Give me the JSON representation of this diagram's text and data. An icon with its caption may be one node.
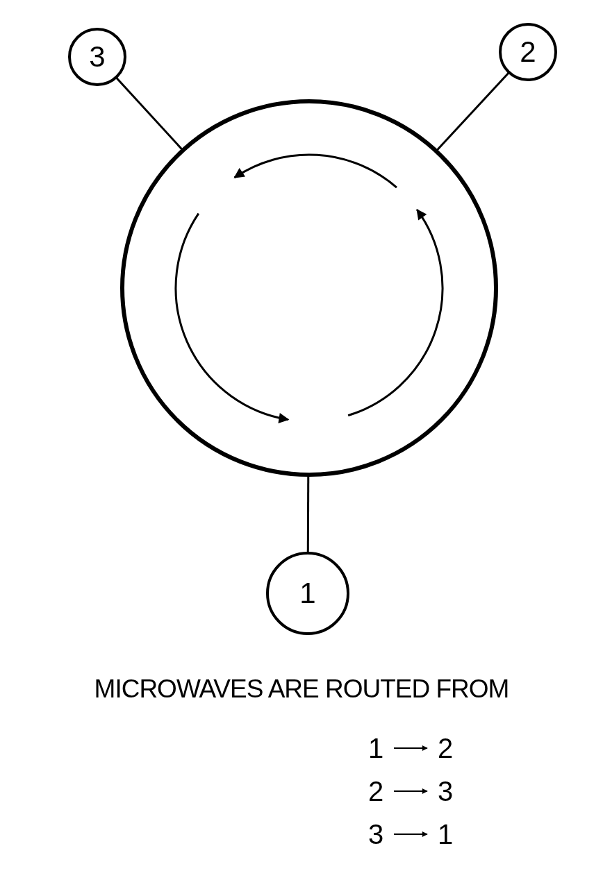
{
  "diagram": {
    "nodes": [
      {
        "text": [
          "3"
        ]
      },
      {
        "text": [
          "2"
        ]
      },
      {
        "text": [],
        "shape": "circle"
      },
      {
        "text": [
          "1"
        ]
      },
      {
        "text": [
          "1"
        ]
      },
      {
        "text": [
          "2"
        ]
      },
      {
        "text": [
          "2"
        ]
      },
      {
        "text": [
          "3"
        ]
      },
      {
        "text": [
          "3"
        ]
      },
      {
        "text": [
          "1"
        ]
      }
    ],
    "edges": [
      {
        "from": 0,
        "to": 2,
        "arrow": "none"
      },
      {
        "from": 1,
        "to": 2,
        "arrow": "none"
      },
      {
        "from": 3,
        "to": 2,
        "arrow": "none"
      },
      {
        "from": 4,
        "to": 5,
        "arrow": "to"
      },
      {
        "from": 6,
        "to": 7,
        "arrow": "to"
      },
      {
        "from": 8,
        "to": 9,
        "arrow": "to"
      }
    ],
    "labels": [
      "MICROWAVES ARE ROUTED FROM"
    ]
  }
}
